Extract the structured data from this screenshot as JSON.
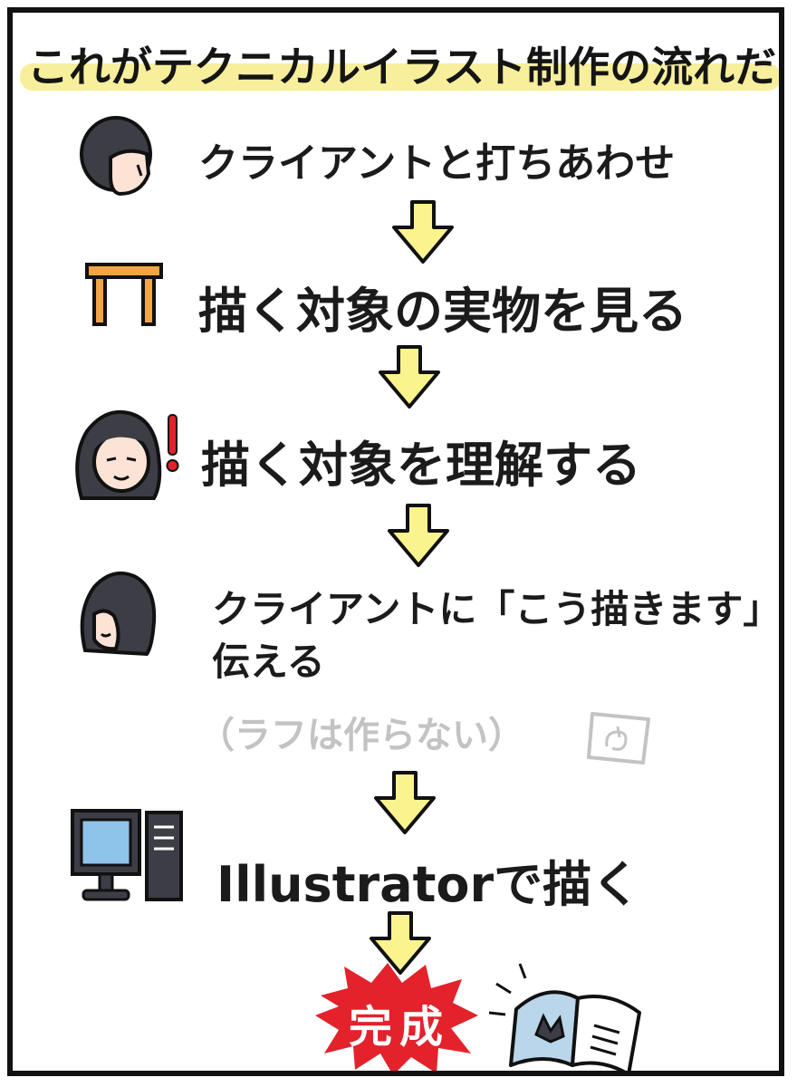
{
  "title": "これがテクニカルイラスト制作の流れだ",
  "steps": [
    {
      "label": "クライアントと打ちあわせ",
      "icon": "client-face-icon"
    },
    {
      "label": "描く対象の実物を見る",
      "icon": "table-icon"
    },
    {
      "label": "描く対象を理解する",
      "icon": "illustrator-face-exclaim-icon"
    },
    {
      "label_line1": "クライアントに「こう描きます」と",
      "label_line2": "伝える",
      "icon": "illustrator-face-icon"
    },
    {
      "label": "Illustratorで描く",
      "icon": "desktop-computer-icon"
    }
  ],
  "note": "（ラフは作らない）",
  "note_icon": "paper-doodle-icon",
  "final": {
    "label": "完成",
    "icon": "open-manual-icon"
  },
  "colors": {
    "highlight": "#f7ef9c",
    "arrow": "#fbf48e",
    "burst": "#e3222b",
    "table": "#f3a542",
    "hair": "#3c3d45",
    "skin": "#fde3d6",
    "screen": "#8fc4ea",
    "note": "#c3c3c3"
  }
}
